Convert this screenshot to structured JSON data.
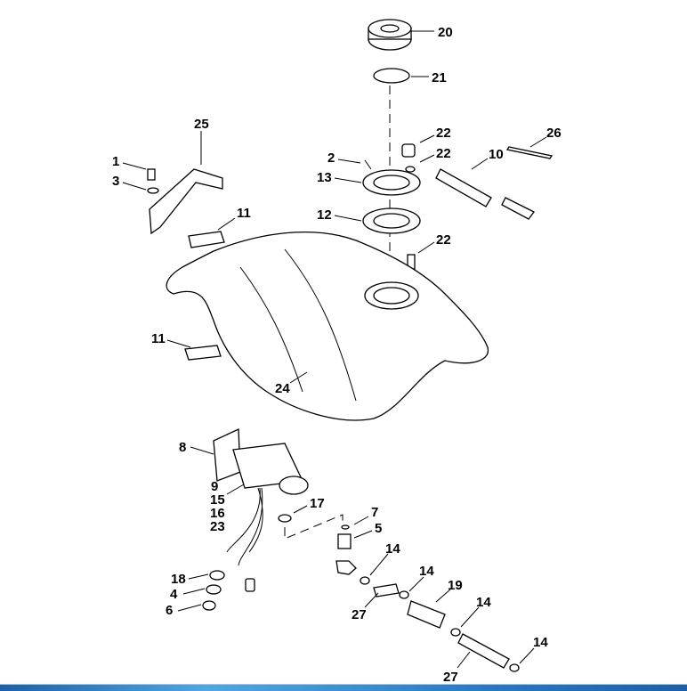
{
  "callouts": {
    "c20": "20",
    "c21": "21",
    "c22a": "22",
    "c22b": "22",
    "c22c": "22",
    "c26": "26",
    "c10": "10",
    "c2": "2",
    "c13": "13",
    "c12": "12",
    "c25": "25",
    "c1": "1",
    "c3": "3",
    "c11a": "11",
    "c11b": "11",
    "c24": "24",
    "c8": "8",
    "c9": "9",
    "c15": "15",
    "c16": "16",
    "c23": "23",
    "c17": "17",
    "c7": "7",
    "c5": "5",
    "c14a": "14",
    "c14b": "14",
    "c19": "19",
    "c14c": "14",
    "c14d": "14",
    "c18": "18",
    "c4": "4",
    "c6": "6",
    "c27a": "27",
    "c27b": "27"
  }
}
